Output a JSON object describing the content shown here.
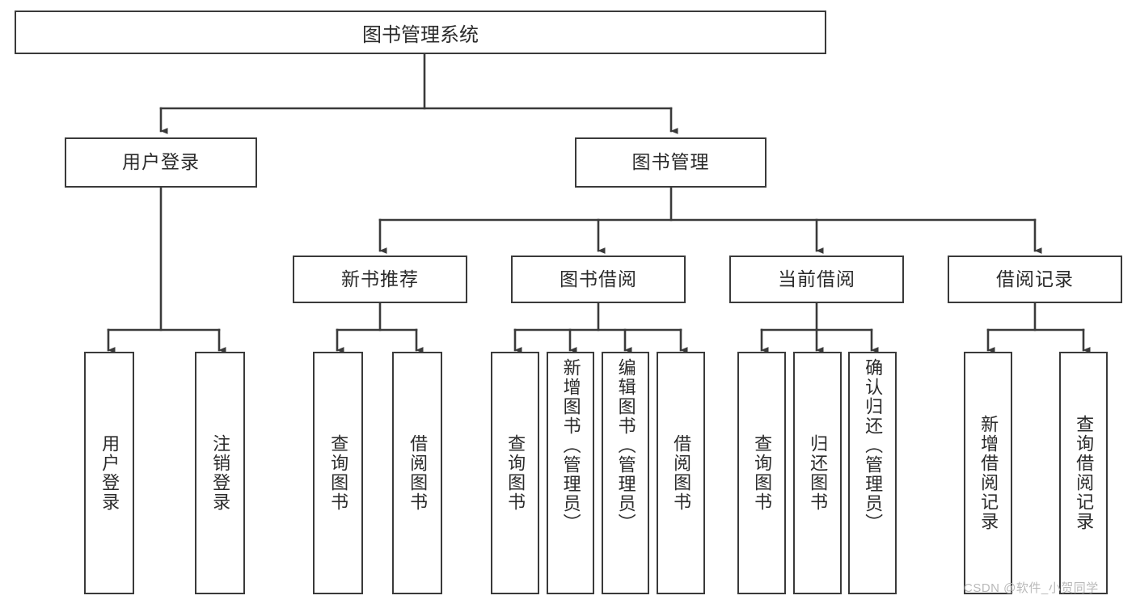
{
  "diagram": {
    "title": "图书管理系统",
    "watermark": "CSDN @软件_小贺同学",
    "type": "tree-hierarchy-diagram",
    "colors": {
      "stroke": "#3a3a3a",
      "fill": "#ffffff",
      "text": "#2b2b2b",
      "watermark": "#b9b9b9"
    },
    "nodes": {
      "root": {
        "label": "图书管理系统"
      },
      "level2": [
        {
          "label": "用户登录"
        },
        {
          "label": "图书管理"
        }
      ],
      "level3": [
        {
          "label": "新书推荐"
        },
        {
          "label": "图书借阅"
        },
        {
          "label": "当前借阅"
        },
        {
          "label": "借阅记录"
        }
      ],
      "leaves": {
        "user_login": [
          {
            "label": "用户登录"
          },
          {
            "label": "注销登录"
          }
        ],
        "new_book_recommend": [
          {
            "label": "查询图书"
          },
          {
            "label": "借阅图书"
          }
        ],
        "book_borrow": [
          {
            "label": "查询图书"
          },
          {
            "label": "新增图书（管理员）"
          },
          {
            "label": "编辑图书（管理员）"
          },
          {
            "label": "借阅图书"
          }
        ],
        "current_borrow": [
          {
            "label": "查询图书"
          },
          {
            "label": "归还图书"
          },
          {
            "label": "确认归还（管理员）"
          }
        ],
        "borrow_record": [
          {
            "label": "新增借阅记录"
          },
          {
            "label": "查询借阅记录"
          }
        ]
      }
    }
  }
}
